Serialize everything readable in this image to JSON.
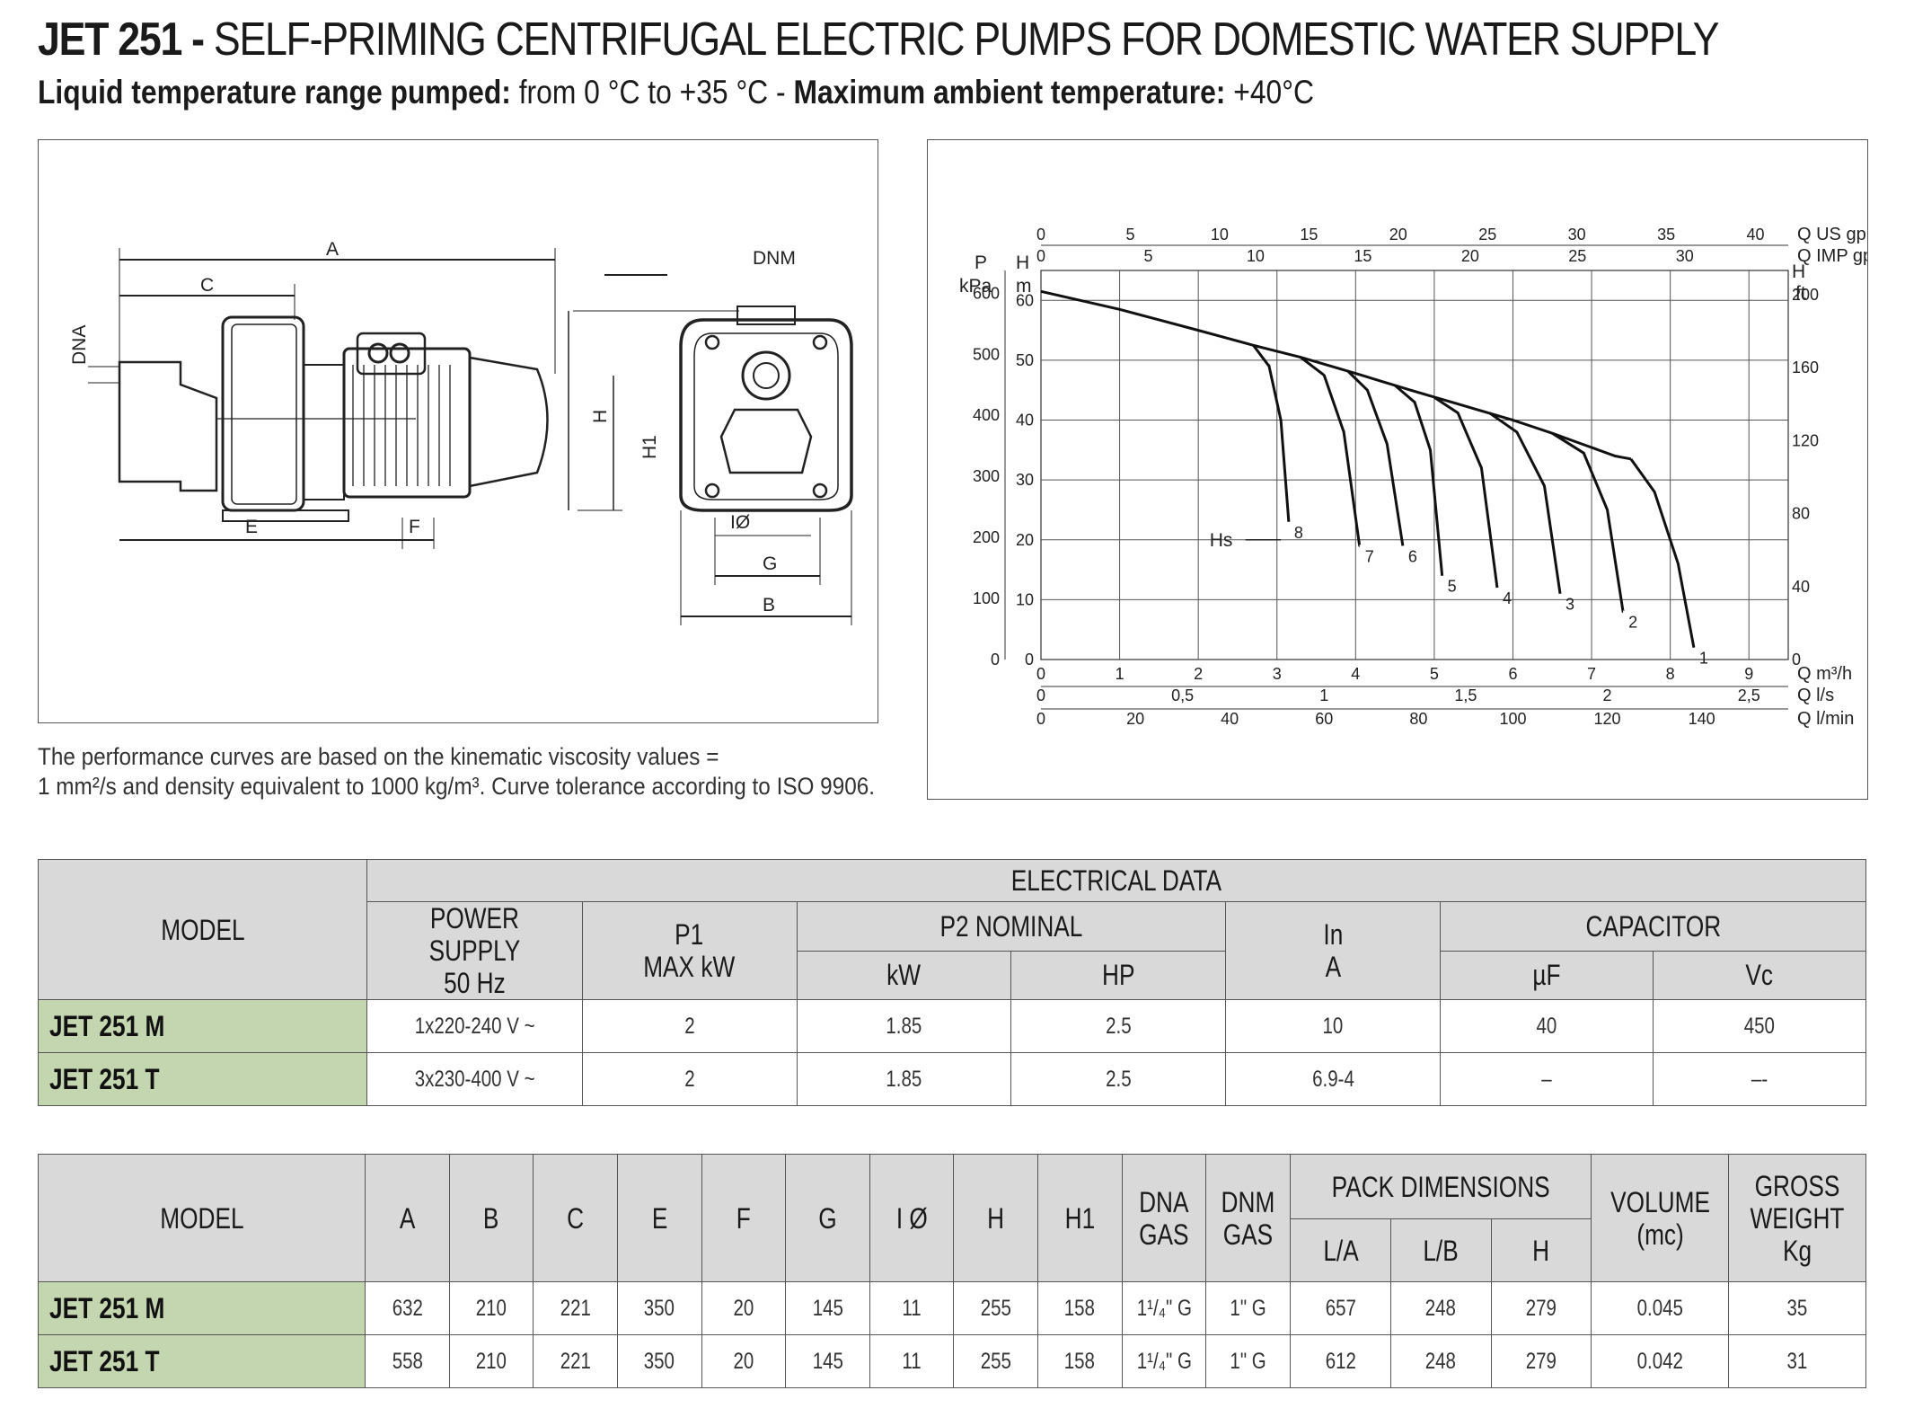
{
  "header": {
    "model": "JET 251 -",
    "title": "SELF-PRIMING CENTRIFUGAL ELECTRIC PUMPS FOR DOMESTIC WATER SUPPLY",
    "sub_label1": "Liquid temperature range pumped:",
    "sub_value1": "from 0 °C to +35 °C -",
    "sub_label2": "Maximum ambient temperature:",
    "sub_value2": "+40°C"
  },
  "drawing": {
    "labels": {
      "A": "A",
      "C": "C",
      "DNA": "DNA",
      "E": "E",
      "F": "F",
      "DNM": "DNM",
      "H": "H",
      "H1": "H1",
      "IO": "IØ",
      "G": "G",
      "B": "B"
    }
  },
  "note": {
    "line1": "The performance curves are based on the kinematic viscosity values =",
    "line2": "1 mm²/s and density equivalent to 1000 kg/m³. Curve tolerance according to ISO 9906."
  },
  "chart_data": {
    "type": "line",
    "title": "",
    "left_axis_labels": {
      "p": "P",
      "kpa": "kPa",
      "h": "H",
      "m": "m"
    },
    "right_axis_labels": {
      "h": "H",
      "ft": "ft"
    },
    "x_m3h": {
      "label": "Q m³/h",
      "ticks": [
        "0",
        "1",
        "2",
        "3",
        "4",
        "5",
        "6",
        "7",
        "8",
        "9"
      ],
      "range": [
        0,
        9.5
      ]
    },
    "x_ls": {
      "label": "Q l/s",
      "ticks": [
        "0",
        "0,5",
        "1",
        "1,5",
        "2",
        "2,5"
      ]
    },
    "x_lmin": {
      "label": "Q l/min",
      "ticks": [
        "0",
        "20",
        "40",
        "60",
        "80",
        "100",
        "120",
        "140"
      ]
    },
    "x_usgpm": {
      "label": "Q US gpm",
      "ticks": [
        "0",
        "5",
        "10",
        "15",
        "20",
        "25",
        "30",
        "35",
        "40"
      ]
    },
    "x_impgpm": {
      "label": "Q IMP gpm",
      "ticks": [
        "0",
        "5",
        "10",
        "15",
        "20",
        "25",
        "30"
      ]
    },
    "y_m": {
      "ticks": [
        "0",
        "10",
        "20",
        "30",
        "40",
        "50",
        "60"
      ],
      "range": [
        0,
        65
      ]
    },
    "y_kpa": {
      "ticks": [
        "0",
        "100",
        "200",
        "300",
        "400",
        "500",
        "600"
      ]
    },
    "y_ft": {
      "ticks": [
        "0",
        "40",
        "80",
        "120",
        "160",
        "200"
      ]
    },
    "hs_label": "Hs",
    "series": [
      {
        "name": "main",
        "x": [
          0,
          1,
          2,
          2.7,
          3.3,
          4,
          4.7,
          5.3,
          6,
          6.5,
          7.3,
          7.5
        ],
        "y": [
          61.5,
          58.5,
          55,
          52.5,
          50.5,
          47.8,
          45,
          42.7,
          40,
          37.8,
          34,
          33.5
        ]
      },
      {
        "name": "8",
        "x": [
          2.7,
          2.9,
          3.05,
          3.15
        ],
        "y": [
          52.5,
          49,
          40,
          23
        ]
      },
      {
        "name": "7",
        "x": [
          3.3,
          3.6,
          3.85,
          4.05
        ],
        "y": [
          50.5,
          47.5,
          38,
          19
        ]
      },
      {
        "name": "6",
        "x": [
          3.9,
          4.15,
          4.4,
          4.6
        ],
        "y": [
          48.2,
          45,
          36,
          19
        ]
      },
      {
        "name": "5",
        "x": [
          4.5,
          4.75,
          4.95,
          5.1
        ],
        "y": [
          45.8,
          43,
          35,
          14
        ]
      },
      {
        "name": "4",
        "x": [
          5.0,
          5.3,
          5.6,
          5.8
        ],
        "y": [
          43.8,
          41.2,
          32,
          12
        ]
      },
      {
        "name": "3",
        "x": [
          5.7,
          6.05,
          6.4,
          6.6
        ],
        "y": [
          41.2,
          38,
          29,
          11
        ]
      },
      {
        "name": "2",
        "x": [
          6.5,
          6.9,
          7.2,
          7.4
        ],
        "y": [
          37.8,
          34.5,
          25,
          8
        ]
      },
      {
        "name": "1",
        "x": [
          7.5,
          7.8,
          8.1,
          8.3
        ],
        "y": [
          33.5,
          28,
          16,
          2
        ]
      }
    ],
    "curve_labels": [
      "8",
      "7",
      "6",
      "5",
      "4",
      "3",
      "2",
      "1"
    ],
    "grid": true
  },
  "electrical": {
    "header_model": "MODEL",
    "header_group": "ELECTRICAL DATA",
    "header_power": [
      "POWER SUPPLY",
      "50 Hz"
    ],
    "header_p1": [
      "P1",
      "MAX kW"
    ],
    "header_p2": "P2 NOMINAL",
    "header_kw": "kW",
    "header_hp": "HP",
    "header_in": [
      "In",
      "A"
    ],
    "header_cap": "CAPACITOR",
    "header_uf": "µF",
    "header_vc": "Vc",
    "rows": [
      {
        "model": "JET 251 M",
        "power": "1x220-240 V ~",
        "p1": "2",
        "kw": "1.85",
        "hp": "2.5",
        "in": "10",
        "uf": "40",
        "vc": "450"
      },
      {
        "model": "JET 251 T",
        "power": "3x230-400 V ~",
        "p1": "2",
        "kw": "1.85",
        "hp": "2.5",
        "in": "6.9-4",
        "uf": "–",
        "vc": "–-"
      }
    ]
  },
  "dimensions": {
    "header_model": "MODEL",
    "cols": [
      "A",
      "B",
      "C",
      "E",
      "F",
      "G",
      "I Ø",
      "H",
      "H1"
    ],
    "dna": [
      "DNA",
      "GAS"
    ],
    "dnm": [
      "DNM",
      "GAS"
    ],
    "pack": "PACK DIMENSIONS",
    "pack_cols": [
      "L/A",
      "L/B",
      "H"
    ],
    "volume": [
      "VOLUME",
      "(mc)"
    ],
    "weight": [
      "GROSS",
      "WEIGHT",
      "Kg"
    ],
    "rows": [
      {
        "model": "JET 251 M",
        "vals": [
          "632",
          "210",
          "221",
          "350",
          "20",
          "145",
          "11",
          "255",
          "158"
        ],
        "dna": "1¹/₄\" G",
        "dnm": "1\" G",
        "pack": [
          "657",
          "248",
          "279"
        ],
        "volume": "0.045",
        "weight": "35"
      },
      {
        "model": "JET 251 T",
        "vals": [
          "558",
          "210",
          "221",
          "350",
          "20",
          "145",
          "11",
          "255",
          "158"
        ],
        "dna": "1¹/₄\" G",
        "dnm": "1\" G",
        "pack": [
          "612",
          "248",
          "279"
        ],
        "volume": "0.042",
        "weight": "31"
      }
    ]
  }
}
